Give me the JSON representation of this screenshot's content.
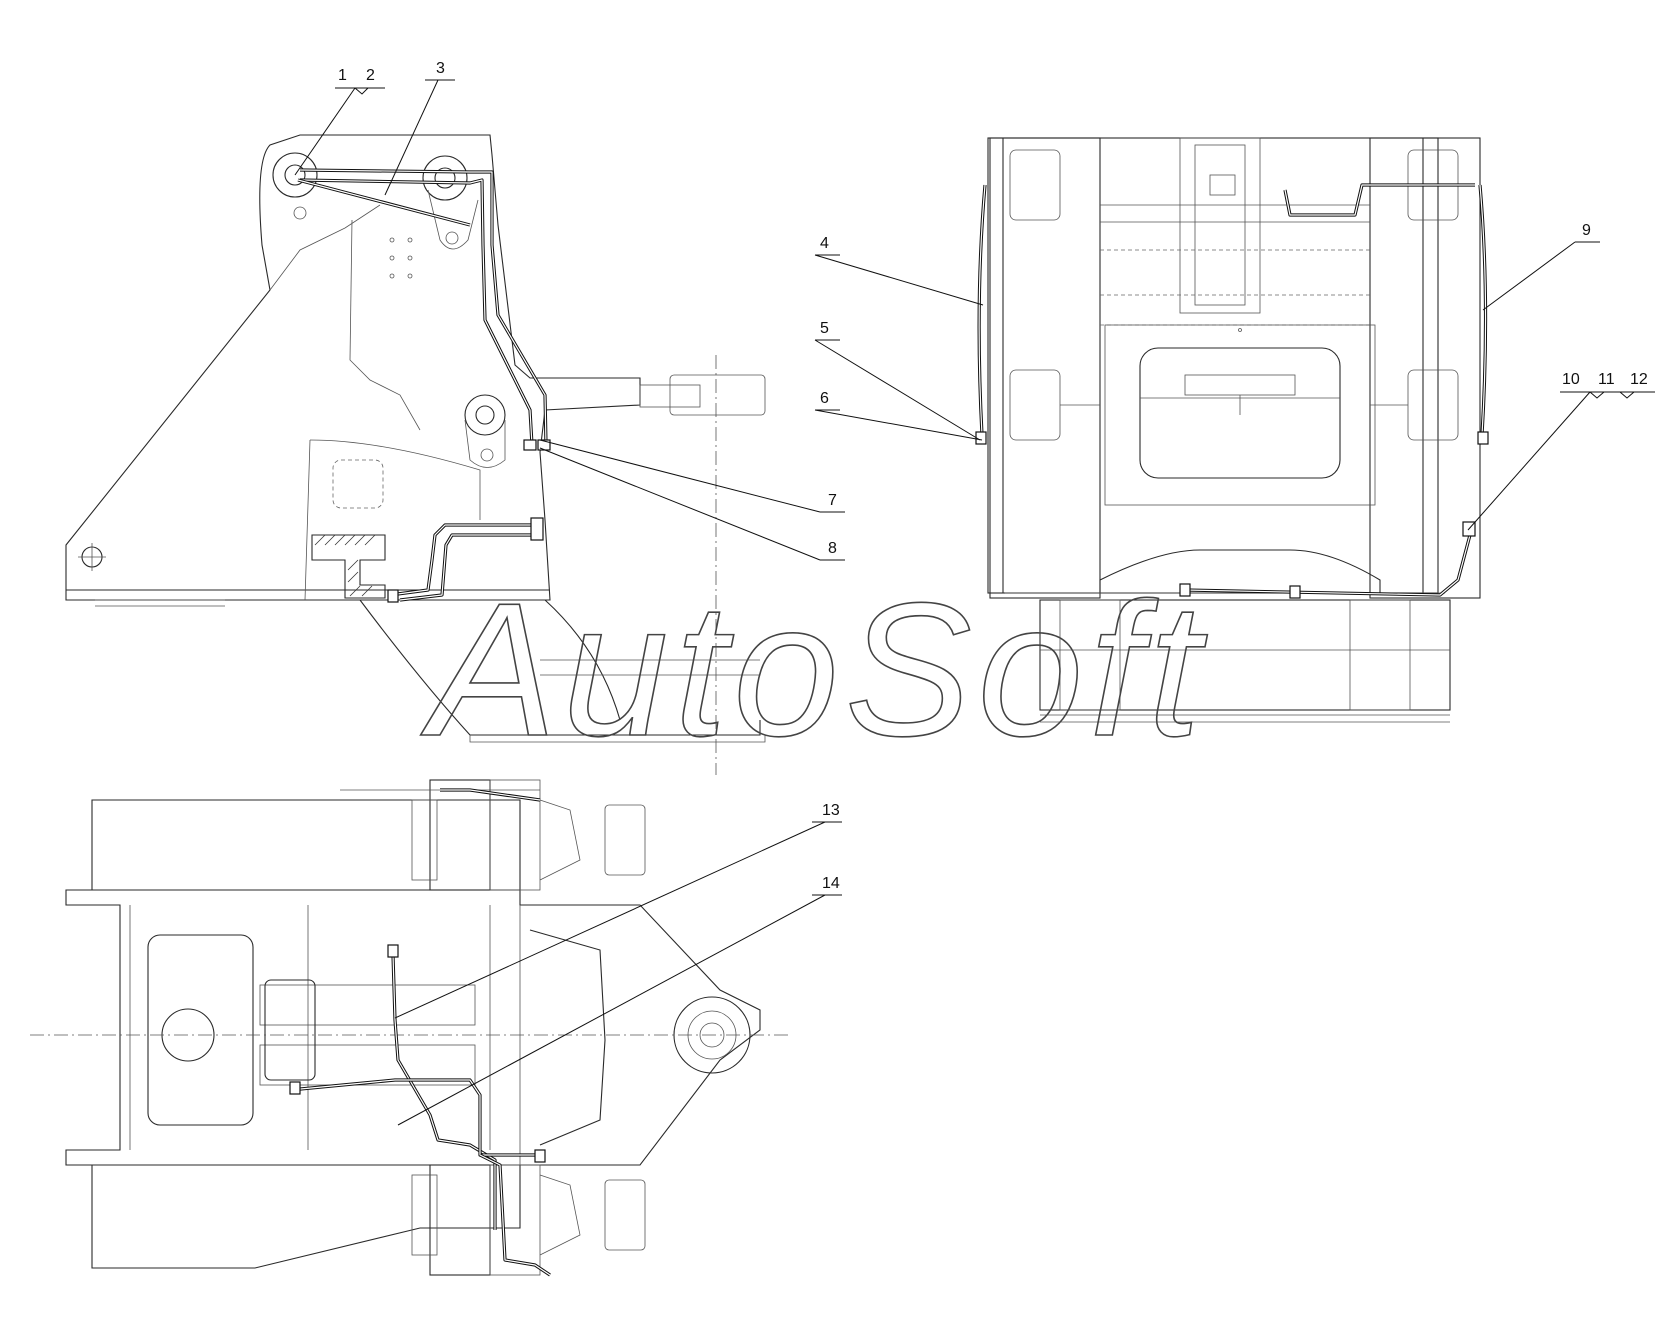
{
  "callouts": [
    {
      "id": "c1",
      "text": "1"
    },
    {
      "id": "c2",
      "text": "2"
    },
    {
      "id": "c3",
      "text": "3"
    },
    {
      "id": "c4",
      "text": "4"
    },
    {
      "id": "c5",
      "text": "5"
    },
    {
      "id": "c6",
      "text": "6"
    },
    {
      "id": "c7",
      "text": "7"
    },
    {
      "id": "c8",
      "text": "8"
    },
    {
      "id": "c9",
      "text": "9"
    },
    {
      "id": "c10",
      "text": "10"
    },
    {
      "id": "c11",
      "text": "11"
    },
    {
      "id": "c12",
      "text": "12"
    },
    {
      "id": "c13",
      "text": "13"
    },
    {
      "id": "c14",
      "text": "14"
    }
  ],
  "watermark": "AutoSoft"
}
